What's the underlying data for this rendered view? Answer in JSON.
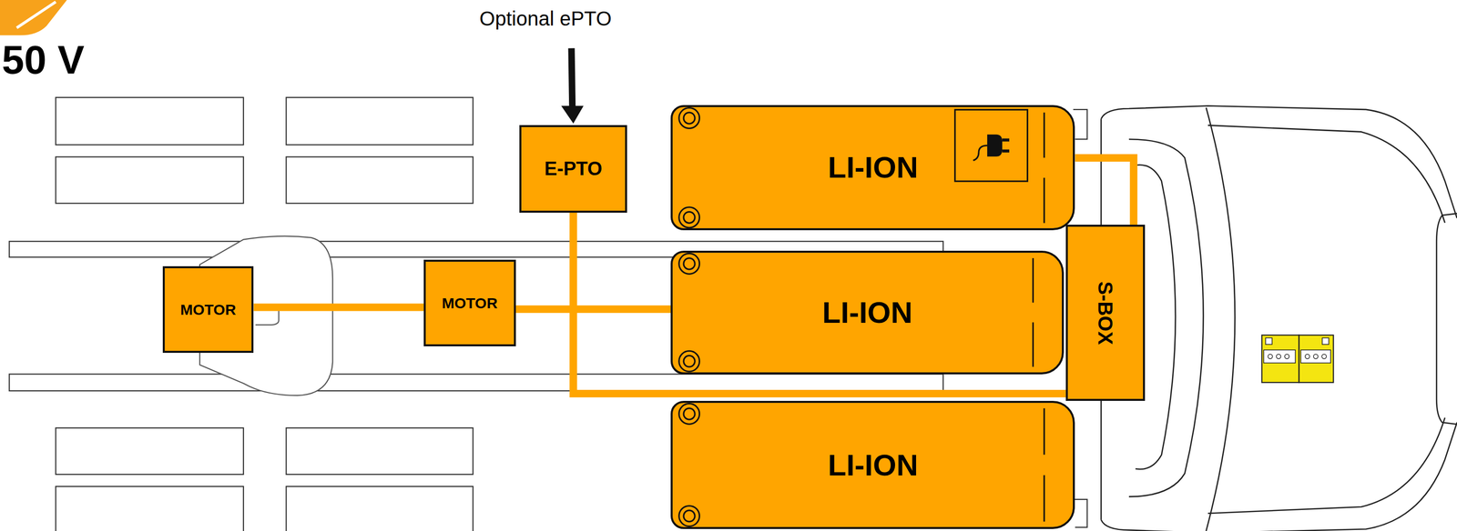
{
  "diagram": {
    "nodes": [
      {
        "text": [
          "E-PTO"
        ]
      },
      {
        "text": [
          "LI-ION"
        ]
      },
      {
        "text": [
          "MOTOR"
        ]
      },
      {
        "text": [
          "MOTOR"
        ]
      },
      {
        "text": [
          "LI-ION"
        ]
      },
      {
        "text": [
          "S-BOX"
        ]
      },
      {
        "text": [
          "LI-ION"
        ]
      }
    ],
    "edges": [
      {
        "from": 2,
        "to": 3,
        "arrow": "none"
      },
      {
        "from": 3,
        "to": 4,
        "arrow": "none"
      },
      {
        "from": 0,
        "to": 5,
        "arrow": "none"
      },
      {
        "from": 1,
        "to": 5,
        "arrow": "none"
      }
    ],
    "labels": [
      "50 V",
      "Optional ePTO"
    ]
  }
}
